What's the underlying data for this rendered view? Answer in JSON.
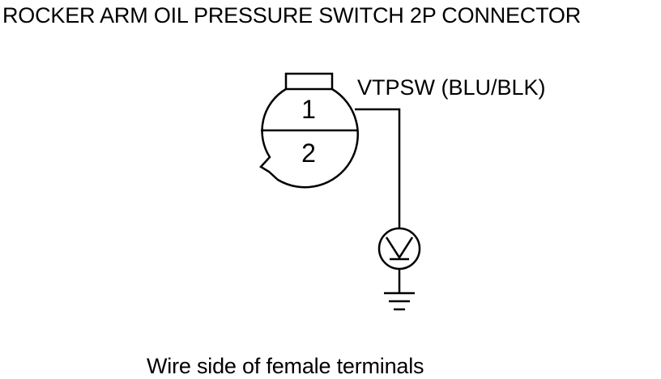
{
  "title": "ROCKER ARM OIL PRESSURE SWITCH 2P CONNECTOR",
  "connector": {
    "terminal_1": "1",
    "terminal_2": "2"
  },
  "wire_label": "VTPSW (BLU/BLK)",
  "caption": "Wire side of female terminals",
  "icons": {
    "meter": "voltmeter-icon",
    "ground": "ground-icon"
  },
  "colors": {
    "line": "#000000",
    "background": "#ffffff"
  }
}
